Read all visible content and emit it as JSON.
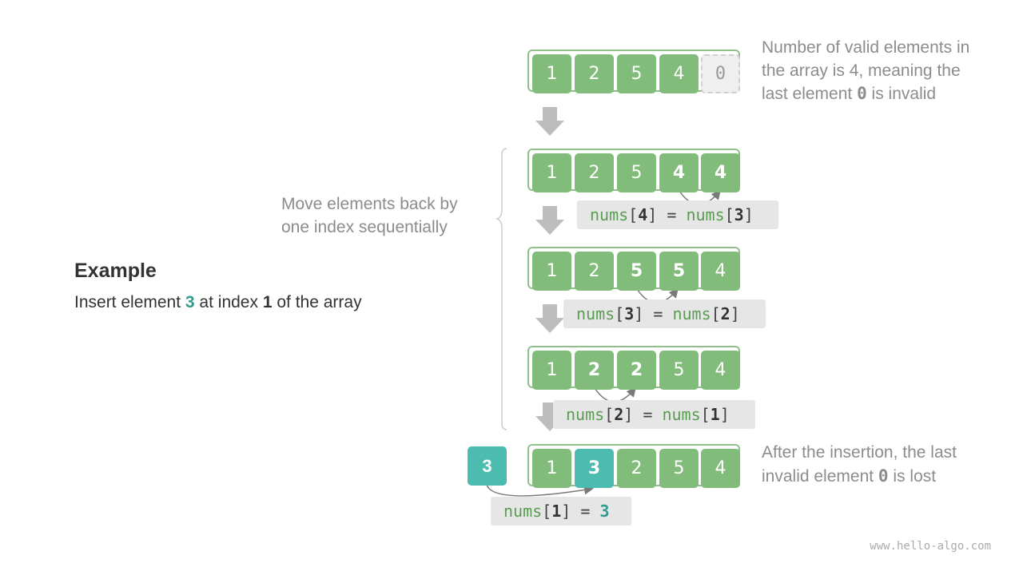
{
  "example": {
    "title": "Example",
    "subtitle_prefix": "Insert element ",
    "subtitle_value": "3",
    "subtitle_mid": " at index ",
    "subtitle_index": "1",
    "subtitle_suffix": " of the array"
  },
  "notes": {
    "top_line1": "Number of valid elements in",
    "top_line2": "the array is 4, meaning the",
    "top_line3_prefix": "last element ",
    "top_line3_code": "0",
    "top_line3_suffix": " is invalid",
    "move_line1": "Move elements back by",
    "move_line2": "one index sequentially",
    "bottom_line1": "After the insertion, the last",
    "bottom_line2_prefix": "invalid element ",
    "bottom_line2_code": "0",
    "bottom_line2_suffix": " is lost"
  },
  "arrays": [
    {
      "cells": [
        "1",
        "2",
        "5",
        "4",
        "0"
      ]
    },
    {
      "cells": [
        "1",
        "2",
        "5",
        "4",
        "4"
      ]
    },
    {
      "cells": [
        "1",
        "2",
        "5",
        "5",
        "4"
      ]
    },
    {
      "cells": [
        "1",
        "2",
        "2",
        "5",
        "4"
      ]
    },
    {
      "cells": [
        "1",
        "3",
        "2",
        "5",
        "4"
      ]
    }
  ],
  "inserted_value": "3",
  "codes": [
    {
      "name": "nums",
      "lhs_index": "4",
      "op": "=",
      "rhs_index": "3"
    },
    {
      "name": "nums",
      "lhs_index": "3",
      "op": "=",
      "rhs_index": "2"
    },
    {
      "name": "nums",
      "lhs_index": "2",
      "op": "=",
      "rhs_index": "1"
    },
    {
      "name": "nums",
      "lhs_index": "1",
      "op": "=",
      "value": "3"
    }
  ],
  "footer": "www.hello-algo.com",
  "colors": {
    "cell": "#82bc7b",
    "border": "#8fc08a",
    "teal": "#4cbcb0",
    "arrow": "#bdbdbd",
    "code_bg": "#e6e6e6"
  }
}
